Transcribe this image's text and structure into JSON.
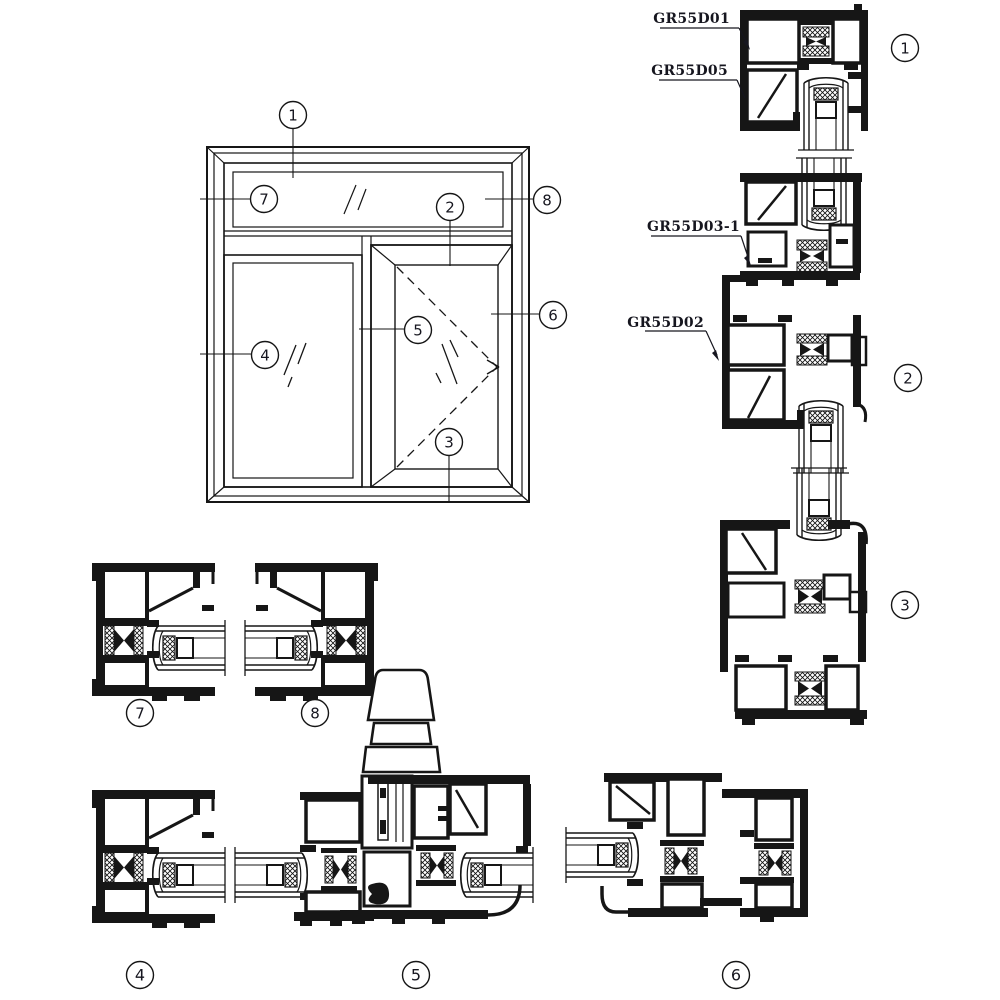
{
  "drawing": {
    "title": "aluminum window profile section diagram",
    "ink": "#161616",
    "label_ink": "#16161f",
    "background": "#ffffff"
  },
  "elevation": {
    "callouts": {
      "c1": "1",
      "c2": "2",
      "c3": "3",
      "c4": "4",
      "c5": "5",
      "c6": "6",
      "c7": "7",
      "c8": "8"
    }
  },
  "labels": {
    "d01": "GR55D01",
    "d05": "GR55D05",
    "d03_1": "GR55D03-1",
    "d02": "GR55D02"
  },
  "markers": {
    "s1": "1",
    "s2": "2",
    "s3": "3",
    "s4": "4",
    "s5": "5",
    "s6": "6",
    "s7": "7",
    "s8": "8"
  }
}
